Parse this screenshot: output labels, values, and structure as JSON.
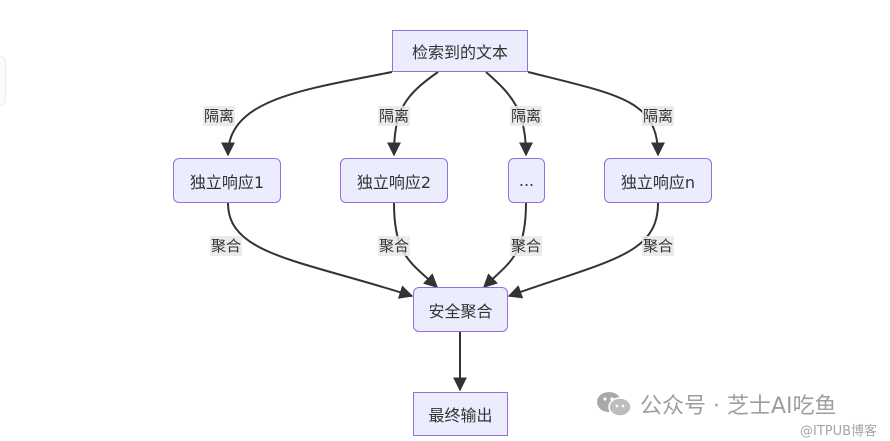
{
  "diagram": {
    "nodes": {
      "source": "检索到的文本",
      "resp1": "独立响应1",
      "resp2": "独立响应2",
      "resp_ellipsis": "...",
      "respn": "独立响应n",
      "aggregate": "安全聚合",
      "output": "最终输出"
    },
    "edge_labels": {
      "isolate": "隔离",
      "aggregate": "聚合"
    },
    "colors": {
      "node_fill": "#ececff",
      "node_border": "#9370db",
      "edge": "#333333",
      "label_bg": "#e8e8e8"
    }
  },
  "watermark": {
    "text": "公众号 · 芝士AI吃鱼",
    "credit": "@ITPUB博客",
    "icon": "wechat-icon"
  }
}
